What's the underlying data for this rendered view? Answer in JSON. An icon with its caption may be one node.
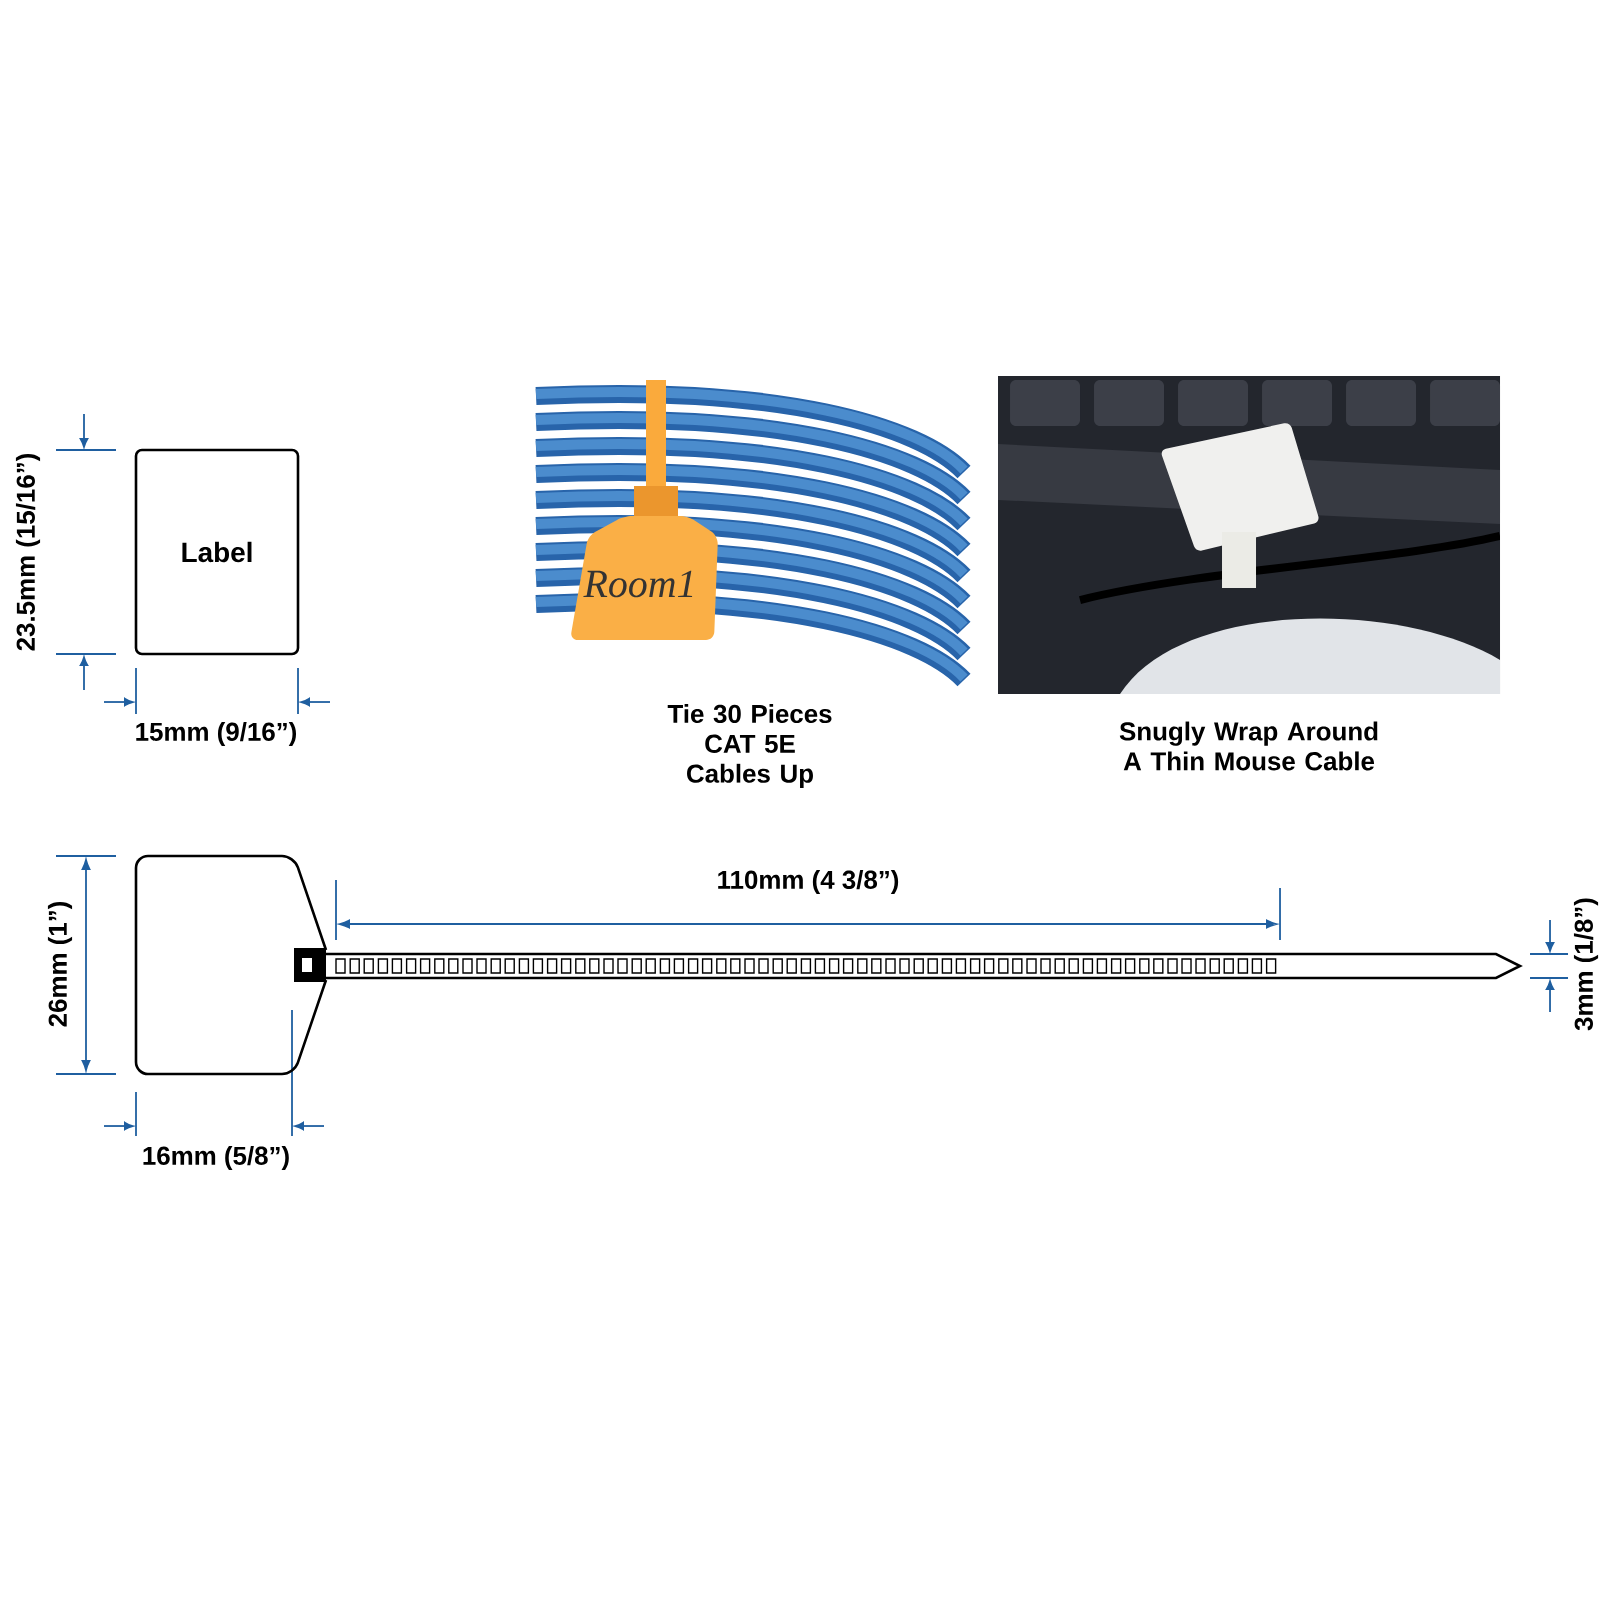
{
  "diagram": {
    "nodes": [
      {
        "text": [
          "Label"
        ]
      },
      {
        "text": [],
        "shape": "picture",
        "beside": [
          "Tie 30 Pieces CAT 5E Cables Up"
        ]
      },
      {
        "text": [],
        "shape": "picture",
        "beside": [
          "Snugly Wrap Around A Thin Mouse Cable"
        ]
      }
    ],
    "labels": [
      "23.5mm (15/16”)",
      "15mm (9/16”)",
      "Room1",
      "26mm (1”)",
      "110mm (4 3/8”)",
      "3mm (1/8”)",
      "16mm (5/8”)"
    ]
  }
}
